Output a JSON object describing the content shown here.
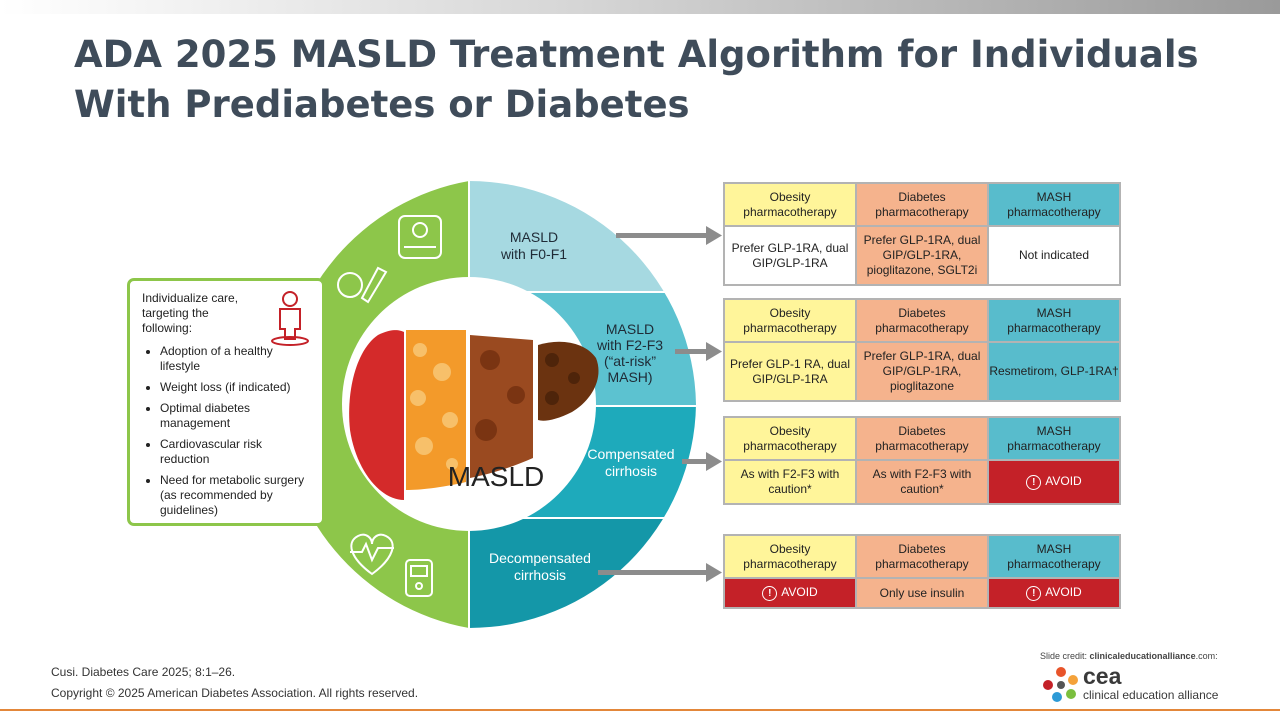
{
  "title": "ADA 2025 MASLD Treatment Algorithm for Individuals With Prediabetes or Diabetes",
  "center_label": "MASLD",
  "stages": [
    {
      "line1": "MASLD",
      "line2": "with F0-F1",
      "line3": "",
      "line4": ""
    },
    {
      "line1": "MASLD",
      "line2": "with F2-F3",
      "line3": "(“at-risk”",
      "line4": "MASH)"
    },
    {
      "line1": "Compensated",
      "line2": "cirrhosis",
      "line3": "",
      "line4": ""
    },
    {
      "line1": "Decompensated",
      "line2": "cirrhosis",
      "line3": "",
      "line4": ""
    }
  ],
  "left_box": {
    "intro": "Individualize care, targeting the following:",
    "items": [
      "Adoption of a healthy lifestyle",
      "Weight loss (if indicated)",
      "Optimal diabetes management",
      "Cardiovascular risk reduction",
      "Need for metabolic surgery (as recommended by guidelines)"
    ]
  },
  "headers": {
    "obesity": "Obesity pharmacotherapy",
    "diabetes": "Diabetes pharmacotherapy",
    "mash": "MASH pharmacotherapy"
  },
  "rows": [
    {
      "obesity": "Prefer GLP-1RA, dual GIP/GLP-1RA",
      "diabetes": "Prefer GLP-1RA, dual GIP/GLP-1RA, pioglitazone, SGLT2i",
      "mash": "Not indicated"
    },
    {
      "obesity": "Prefer GLP-1 RA, dual GIP/GLP-1RA",
      "diabetes": "Prefer GLP-1RA, dual GIP/GLP-1RA, pioglitazone",
      "mash": "Resmetirom, GLP-1RA†"
    },
    {
      "obesity": "As with F2-F3 with caution*",
      "diabetes": "As with F2-F3 with caution*",
      "mash": "AVOID"
    },
    {
      "obesity": "AVOID",
      "diabetes": "Only use insulin",
      "mash": "AVOID"
    }
  ],
  "citation": {
    "line1": "Cusi. Diabetes Care 2025; 8:1–26.",
    "line2": "Copyright © 2025 American Diabetes Association. All rights reserved."
  },
  "credit": {
    "prefix": "Slide credit: ",
    "site": "clinicaleducationalliance",
    "suffix": ".com:"
  },
  "logo": {
    "word": "cea",
    "subtitle": "clinical education alliance"
  },
  "colors": {
    "green": "#8dc64a",
    "stage1": "#a6d9e1",
    "stage2": "#5cc2d0",
    "stage3": "#1eaabb",
    "stage4": "#1497a8",
    "obesity": "#fff59a",
    "diabetes": "#f5b38d",
    "mash": "#58bccc",
    "avoid": "#c42128"
  }
}
